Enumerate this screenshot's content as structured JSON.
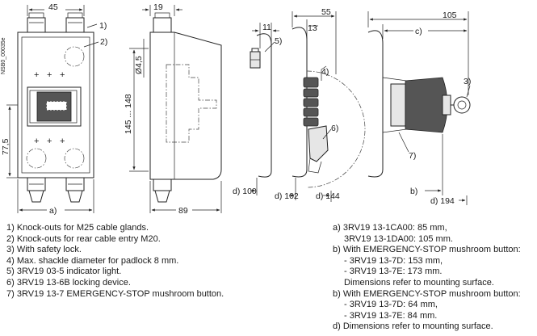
{
  "drawing_id": "NSB0_00035e",
  "dims": {
    "w45": "45",
    "w19": "19",
    "w55": "55",
    "w105": "105",
    "w11": "11",
    "w13": "13",
    "w89": "89",
    "h77": "77,5",
    "h145": "145 ... 148",
    "dia": "Ø4,5",
    "a": "a)",
    "b": "b)",
    "c": "c)",
    "d100": "d) 100",
    "d102": "d) 102",
    "d144": "d) 144",
    "d194": "d) 194"
  },
  "callouts": {
    "c1": "1)",
    "c2": "2)",
    "c3": "3)",
    "c4": "4)",
    "c5": "5)",
    "c6": "6)",
    "c7": "7)"
  },
  "legend_left": [
    "1) Knock-outs for M25 cable glands.",
    "2) Knock-outs for rear cable entry M20.",
    "3) With safety lock.",
    "4) Max. shackle diameter for padlock 8 mm.",
    "5) 3RV19 03-5 indicator light.",
    "6) 3RV19 13-6B locking device.",
    "7) 3RV19 13-7 EMERGENCY-STOP mushroom button."
  ],
  "legend_right": [
    "a)  3RV19 13-1CA00: 85 mm,",
    "3RV19 13-1DA00: 105 mm.",
    "b)  With EMERGENCY-STOP mushroom button:",
    "- 3RV19 13-7D: 153 mm,",
    "- 3RV19 13-7E: 173 mm.",
    "Dimensions refer to mounting surface.",
    "b)  With EMERGENCY-STOP mushroom button:",
    "- 3RV19 13-7D: 64 mm,",
    "- 3RV19 13-7E: 84 mm.",
    "d)  Dimensions refer to mounting surface."
  ]
}
